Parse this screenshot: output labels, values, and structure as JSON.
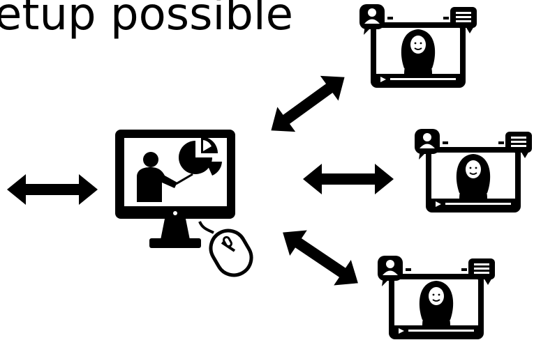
{
  "title": "etup possible",
  "colors": {
    "ink": "#000000",
    "paper": "#ffffff"
  },
  "nodes": {
    "presenter": {
      "icon": "presenter-monitor-icon",
      "accessory": "computer-mouse-icon"
    },
    "participants": [
      {
        "icon": "video-call-participant-icon"
      },
      {
        "icon": "video-call-participant-icon"
      },
      {
        "icon": "video-call-participant-icon"
      }
    ]
  },
  "connectors": [
    {
      "icon": "double-arrow-icon",
      "from": "outside-left",
      "to": "presenter"
    },
    {
      "icon": "double-arrow-icon",
      "from": "presenter",
      "to": "participant-1"
    },
    {
      "icon": "double-arrow-icon",
      "from": "presenter",
      "to": "participant-2"
    },
    {
      "icon": "double-arrow-icon",
      "from": "presenter",
      "to": "participant-3"
    }
  ]
}
